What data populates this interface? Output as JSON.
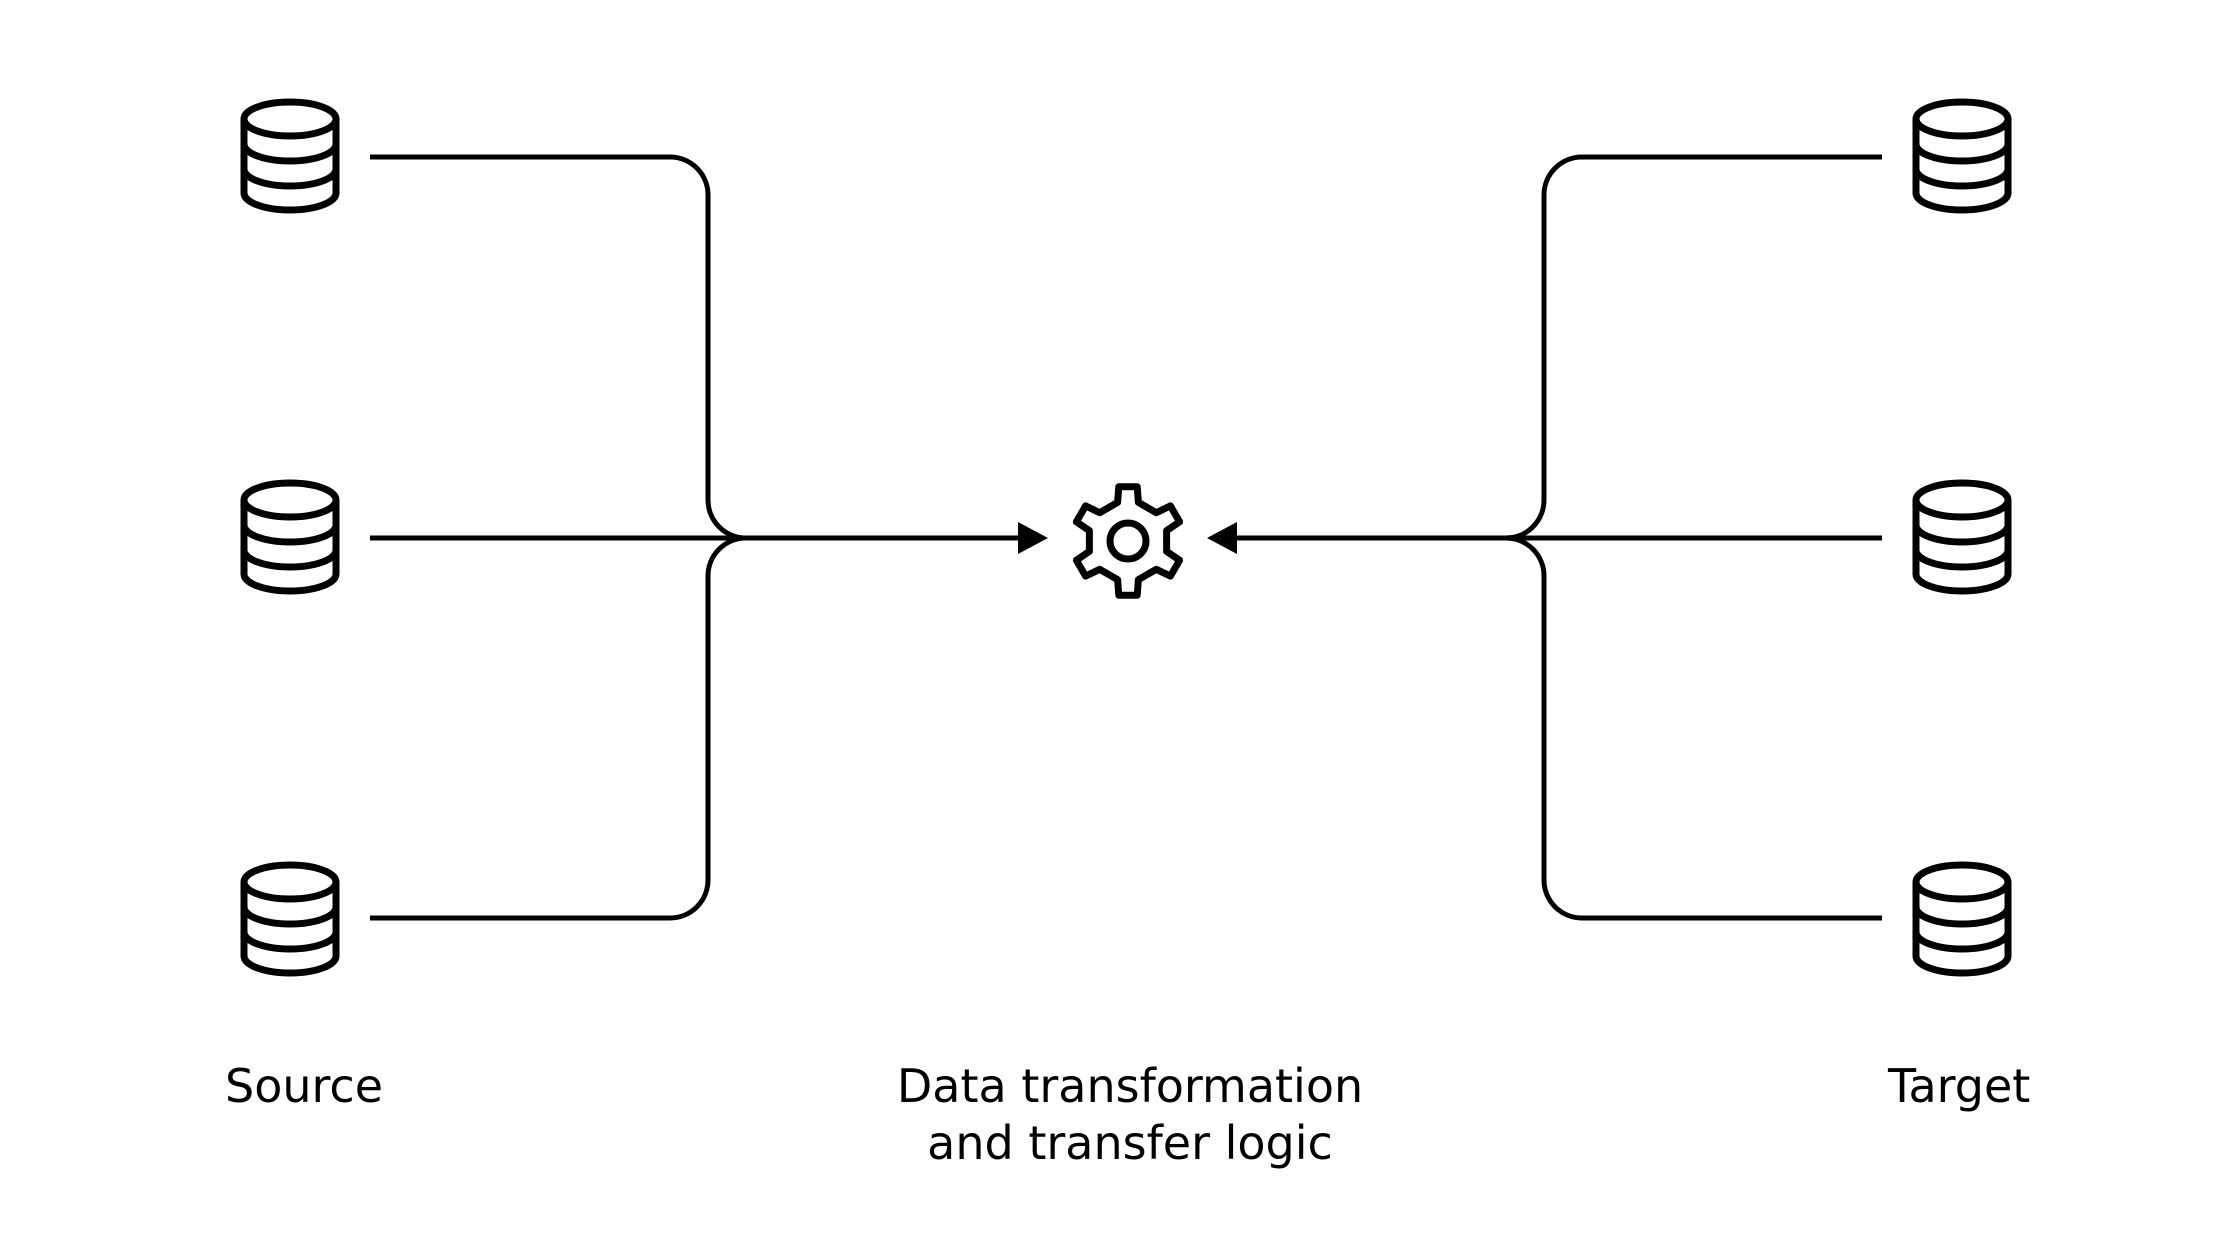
{
  "labels": {
    "source": "Source",
    "center_line1": "Data transformation",
    "center_line2": "and transfer logic",
    "target": "Target"
  },
  "nodes": {
    "sources": [
      "database-icon",
      "database-icon",
      "database-icon"
    ],
    "center": "gear-icon",
    "targets": [
      "database-icon",
      "database-icon",
      "database-icon"
    ]
  },
  "colors": {
    "stroke": "#000000",
    "background": "#ffffff"
  }
}
